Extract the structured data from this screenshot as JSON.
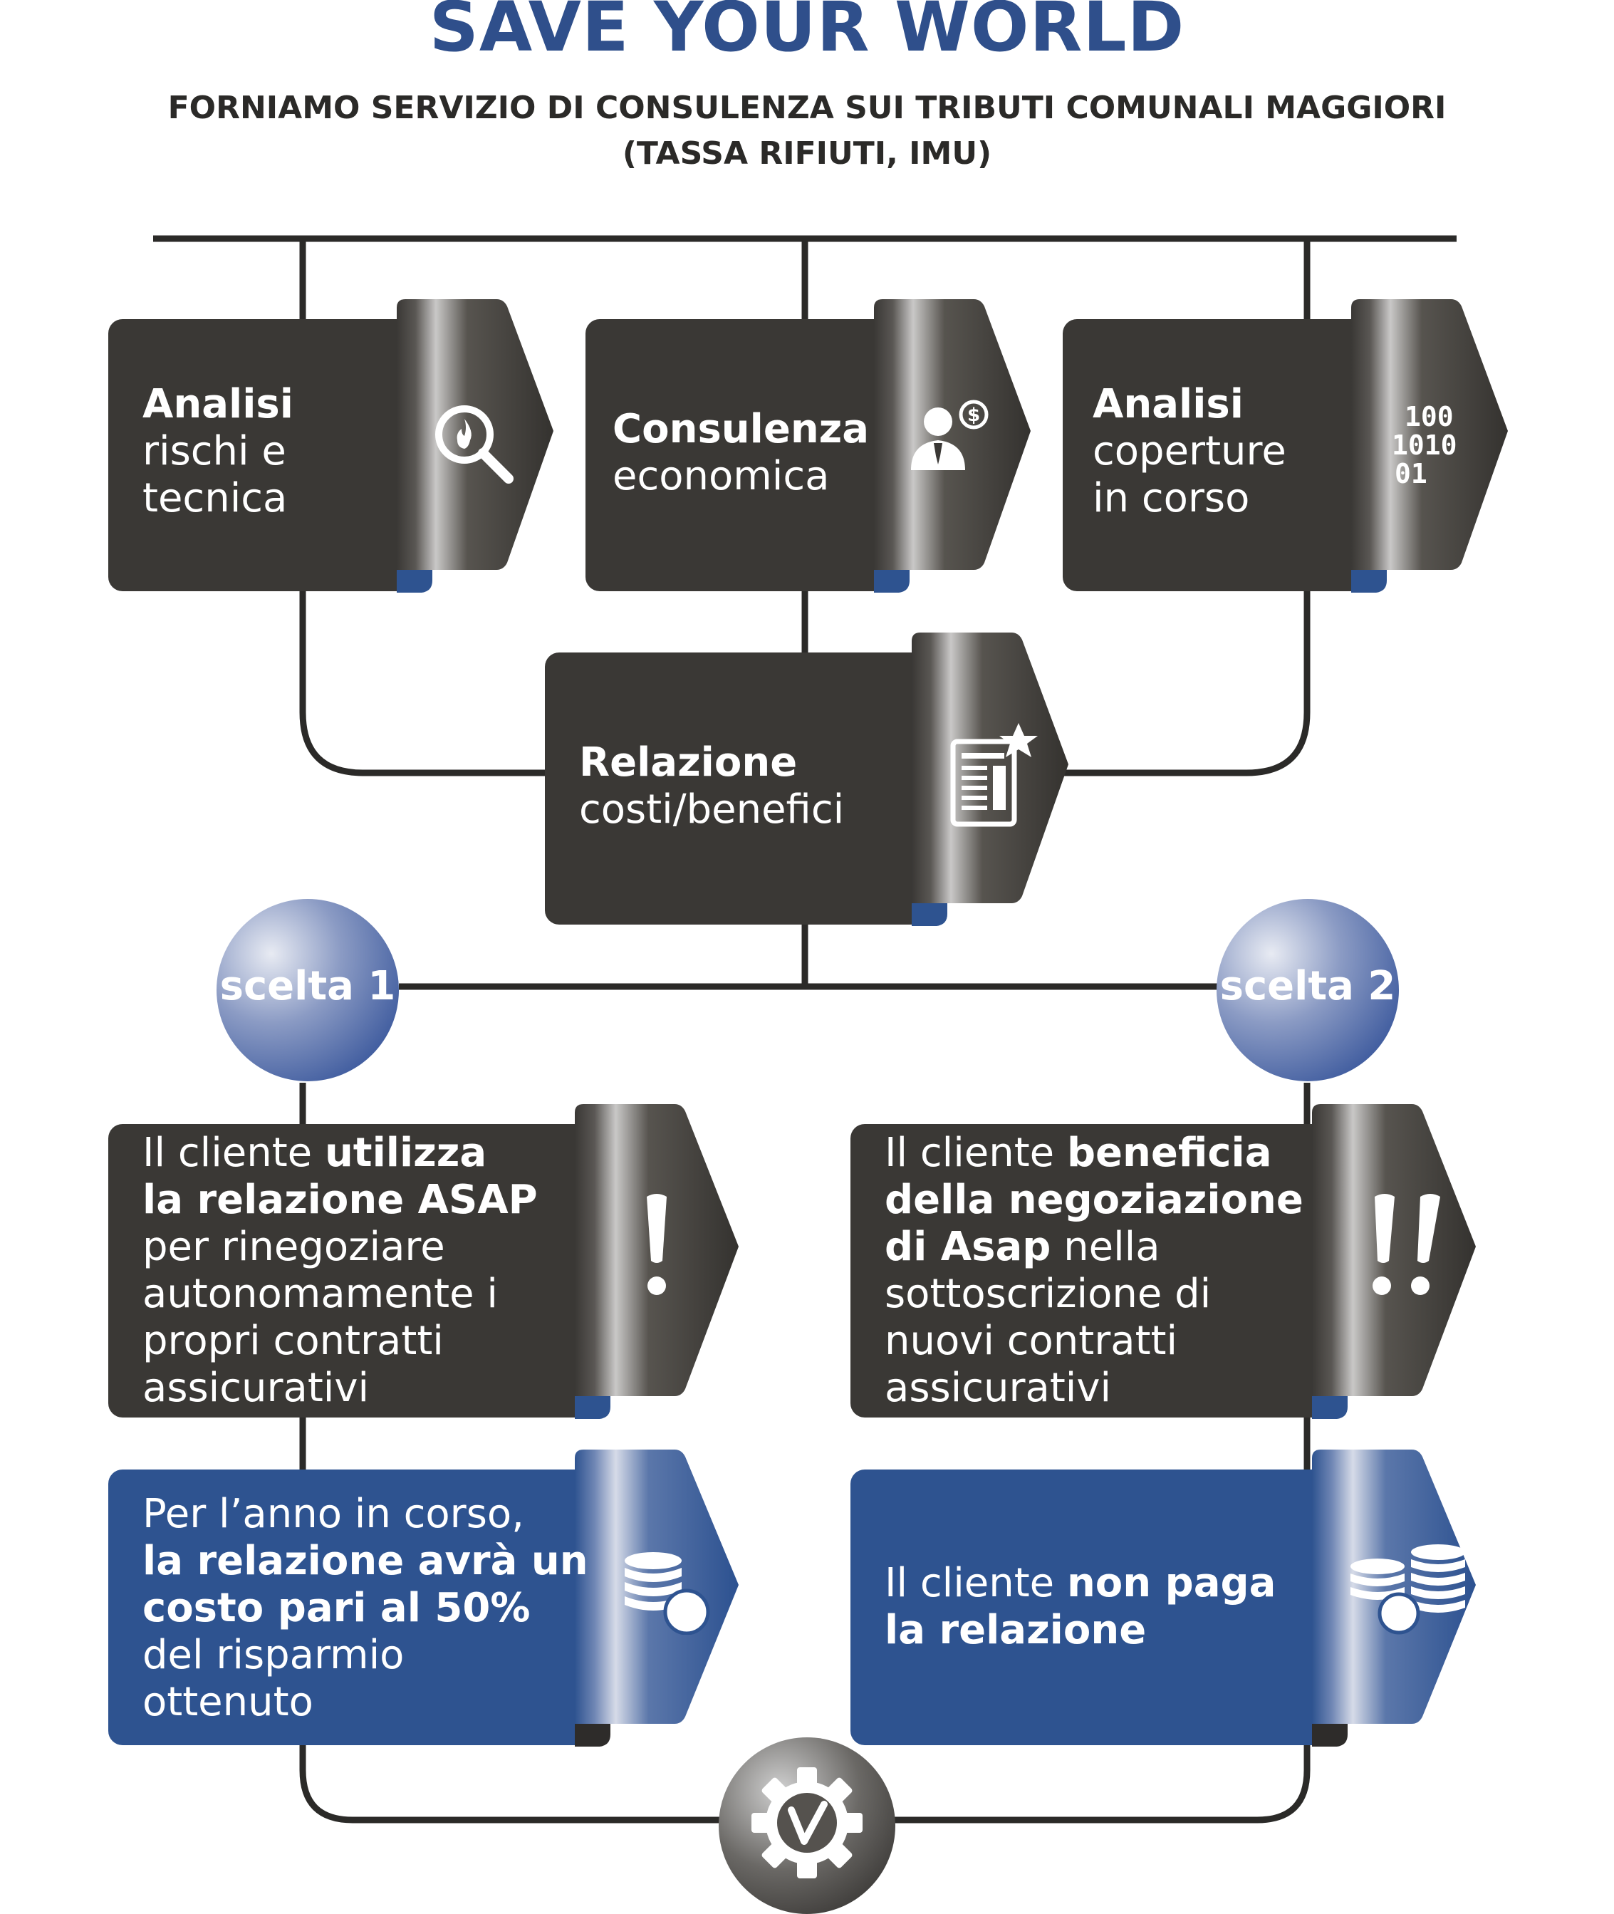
{
  "header": {
    "title": "SAVE YOUR WORLD",
    "subtitle_line1": "FORNIAMO SERVIZIO DI CONSULENZA SUI TRIBUTI COMUNALI MAGGIORI",
    "subtitle_line2": "(TASSA RIFIUTI, IMU)"
  },
  "steps": {
    "analisi_rischi": {
      "bold": "Analisi",
      "line2": "rischi e",
      "line3": "tecnica",
      "icon": "magnifier-flame-icon"
    },
    "consulenza": {
      "bold": "Consulenza",
      "line2": "economica",
      "icon": "consultant-dollar-icon"
    },
    "analisi_coperture": {
      "bold": "Analisi",
      "line2": "coperture",
      "line3": "in corso",
      "icon": "binary-code-icon",
      "binary1": "100",
      "binary2": "1010",
      "binary3": "01"
    },
    "relazione": {
      "bold": "Relazione",
      "line2": "costi/benefici",
      "icon": "report-star-icon"
    }
  },
  "choices": {
    "scelta1": {
      "label": "scelta 1",
      "text_a": "Il cliente ",
      "text_b": "utilizza",
      "text_c": "la relazione ASAP",
      "text_d": "per rinegoziare",
      "text_e": "autonomamente i",
      "text_f": "propri contratti",
      "text_g": "assicurativi",
      "icon": "exclamation-icon",
      "cost_a": "Per l’anno in corso,",
      "cost_b": "la relazione avrà un",
      "cost_c": "costo pari al 50%",
      "cost_d": "del risparmio",
      "cost_e": "ottenuto",
      "cost_icon": "coins-icon"
    },
    "scelta2": {
      "label": "scelta 2",
      "text_a": "Il cliente ",
      "text_b": "beneficia",
      "text_c": "della negoziazione",
      "text_d1": "di Asap",
      "text_d2": " nella",
      "text_e": "sottoscrizione di",
      "text_f": "nuovi contratti",
      "text_g": "assicurativi",
      "icon": "double-exclamation-icon",
      "cost_a": "Il cliente ",
      "cost_b": "non paga",
      "cost_c": "la relazione",
      "cost_icon": "coins-stacks-icon"
    }
  },
  "final": {
    "icon": "gear-check-icon"
  },
  "colors": {
    "title": "#2f4f8b",
    "dark_box": "#3a3835",
    "blue_box": "#2e5390",
    "line": "#2b2a28"
  }
}
